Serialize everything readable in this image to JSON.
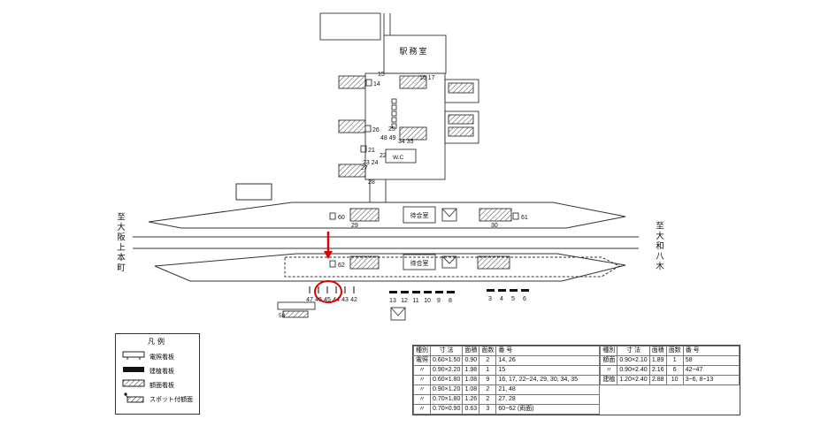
{
  "map": {
    "office": "駅務室",
    "wc": "W.C",
    "waiting_upper": "待合室",
    "waiting_lower": "待合室",
    "dir_left": "至大阪上本町",
    "dir_right": "至大和八木",
    "n15": "15",
    "n14": "14",
    "n16_17": "16 17",
    "n25": "25",
    "n26": "26",
    "n48_49": "48 49",
    "n34_35": "34 35",
    "n21": "21",
    "n22": "22",
    "n23_24": "23 24",
    "n27": "27",
    "n28": "28",
    "n29": "29",
    "n30": "30",
    "n60": "60",
    "n61": "61",
    "n62": "62",
    "n58": "58",
    "ticks_a": [
      "47",
      "46",
      "45",
      "44",
      "43",
      "42"
    ],
    "ticks_b": [
      "13",
      "12",
      "11",
      "10",
      "9",
      "8"
    ],
    "ticks_c": [
      "3",
      "4",
      "5",
      "6"
    ],
    "highlight_color": "#dd0000"
  },
  "legend": {
    "title": "凡例",
    "items": [
      {
        "label": "電照看板"
      },
      {
        "label": "建植看板"
      },
      {
        "label": "額面看板"
      },
      {
        "label": "スポット付額面"
      }
    ]
  },
  "table": {
    "headers": [
      "種別",
      "寸 法",
      "面積",
      "面数",
      "番 号"
    ],
    "left": [
      {
        "type": "電照",
        "size": "0.60×1.50",
        "area": "0.90",
        "faces": "2",
        "numbers": "14, 26"
      },
      {
        "type": "〃",
        "size": "0.90×2.20",
        "area": "1.98",
        "faces": "1",
        "numbers": "15"
      },
      {
        "type": "〃",
        "size": "0.60×1.80",
        "area": "1.08",
        "faces": "9",
        "numbers": "16, 17, 22~24, 29, 30, 34, 35"
      },
      {
        "type": "〃",
        "size": "0.90×1.20",
        "area": "1.08",
        "faces": "2",
        "numbers": "21, 48"
      },
      {
        "type": "〃",
        "size": "0.70×1.80",
        "area": "1.26",
        "faces": "2",
        "numbers": "27, 28"
      },
      {
        "type": "〃",
        "size": "0.70×0.90",
        "area": "0.63",
        "faces": "3",
        "numbers": "60~62 (両面)"
      }
    ],
    "right": [
      {
        "type": "額面",
        "size": "0.90×2.10",
        "area": "1.89",
        "faces": "1",
        "numbers": "58"
      },
      {
        "type": "〃",
        "size": "0.90×2.40",
        "area": "2.16",
        "faces": "6",
        "numbers": "42~47"
      },
      {
        "type": "建植",
        "size": "1.20×2.40",
        "area": "2.88",
        "faces": "10",
        "numbers": "3~6, 8~13"
      }
    ]
  }
}
